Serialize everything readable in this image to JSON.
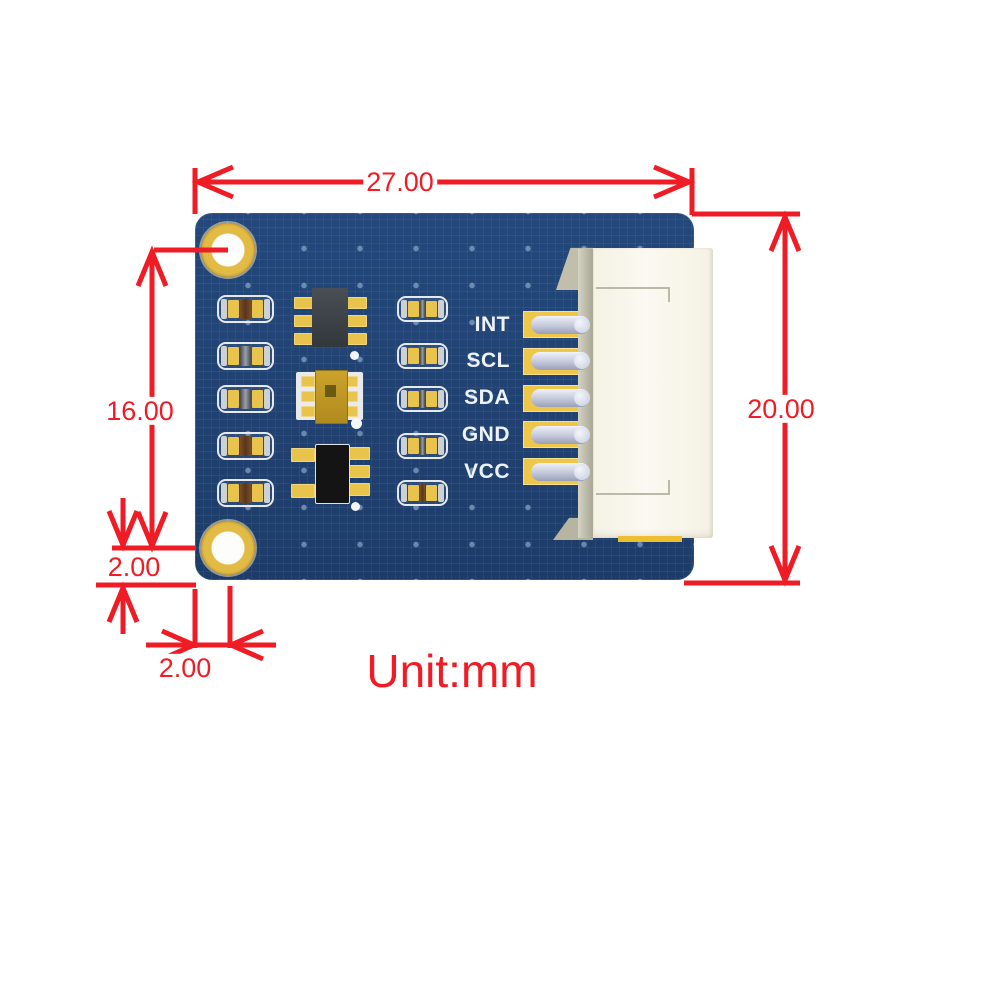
{
  "diagram": {
    "unit_label": "Unit:mm",
    "dimensions": {
      "board_width_mm": "27.00",
      "board_height_mm": "20.00",
      "hole_spacing_mm": "16.00",
      "hole_offset_bottom_mm": "2.00",
      "hole_offset_left_mm": "2.00"
    },
    "board": {
      "pins": [
        "INT",
        "SCL",
        "SDA",
        "GND",
        "VCC"
      ],
      "left_passives": [
        "brown",
        "dark",
        "dark",
        "brown",
        "brown"
      ],
      "right_passives": [
        "dark",
        "dark",
        "dark",
        "dark",
        "brown"
      ],
      "mounting_hole_count": "2"
    },
    "colors": {
      "dimension_red": "#ef1c26",
      "board_navy": "#20406f",
      "pad_yellow": "#e9c44d",
      "hole_gold": "#e2bb45",
      "connector_cream": "#f8f5ea",
      "silkscreen_white": "#edf1f8"
    }
  }
}
